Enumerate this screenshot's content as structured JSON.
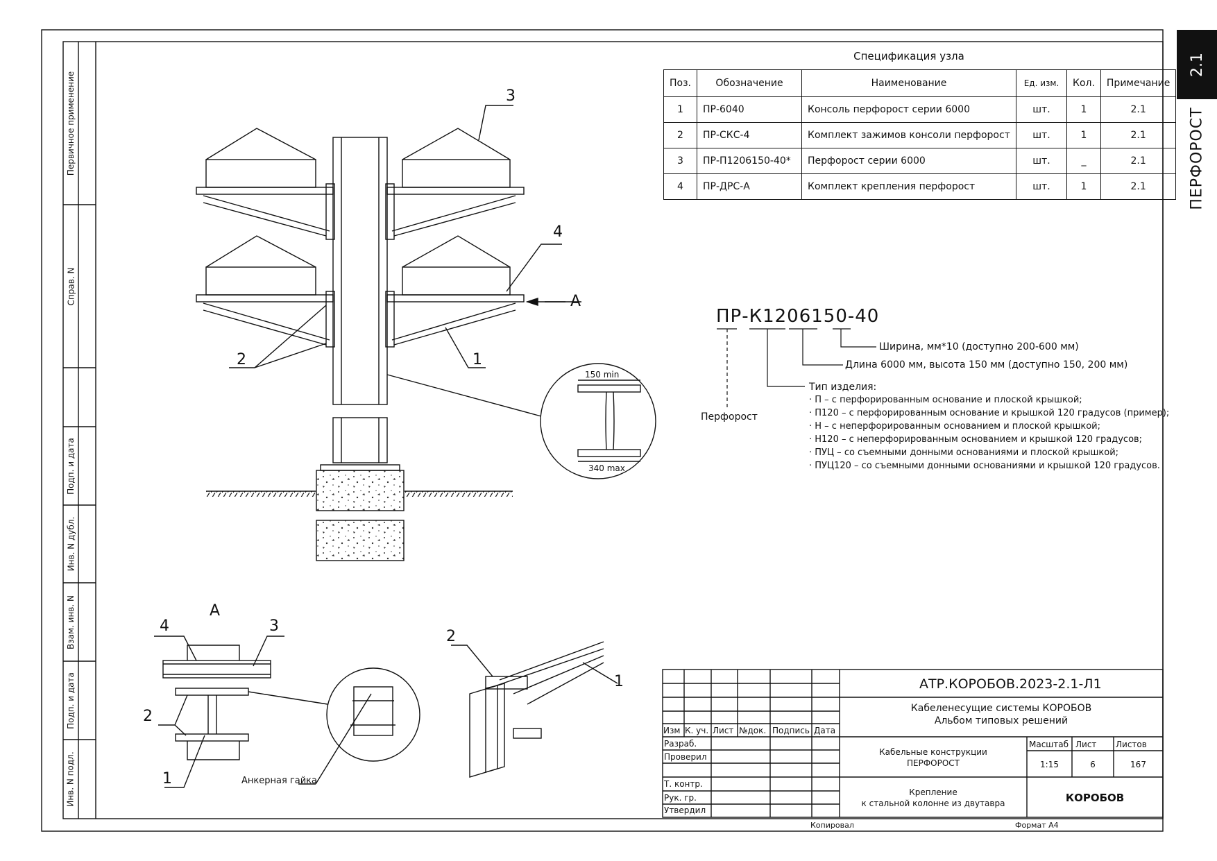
{
  "tab": {
    "number": "2.1",
    "brand": "ПЕРФОРОСТ"
  },
  "side_labels": [
    "Первичное применение",
    "Справ. N",
    "Подп. и дата",
    "Инв. N дубл.",
    "Взам. инв. N",
    "Подп. и дата",
    "Инв. N подл."
  ],
  "spec": {
    "title": "Спецификация узла",
    "headers": [
      "Поз.",
      "Обозначение",
      "Наименование",
      "Ед. изм.",
      "Кол.",
      "Примечание"
    ],
    "rows": [
      {
        "pos": "1",
        "code": "ПР-6040",
        "name": "Консоль перфорост серии 6000",
        "unit": "шт.",
        "qty": "1",
        "note": "2.1"
      },
      {
        "pos": "2",
        "code": "ПР-СКС-4",
        "name": "Комплект зажимов консоли перфорост",
        "unit": "шт.",
        "qty": "1",
        "note": "2.1"
      },
      {
        "pos": "3",
        "code": "ПР-П1206150-40*",
        "name": "Перфорост серии 6000",
        "unit": "шт.",
        "qty": "_",
        "note": "2.1"
      },
      {
        "pos": "4",
        "code": "ПР-ДРС-А",
        "name": "Комплект крепления перфорост",
        "unit": "шт.",
        "qty": "1",
        "note": "2.1"
      }
    ]
  },
  "drawing": {
    "labels": {
      "pos1": "1",
      "pos2": "2",
      "pos3": "3",
      "pos4": "4",
      "view_a": "А"
    },
    "beam_top": "150 min",
    "beam_bottom": "340 max",
    "view_title": "А",
    "anchor_nut": "Анкерная гайка"
  },
  "legend": {
    "code": "ПР-К1206150-40",
    "width": "Ширина, мм*10 (доступно 200-600 мм)",
    "length": "Длина 6000 мм, высота 150 мм (доступно 150, 200 мм)",
    "type_title": "Тип изделия:",
    "product": "Перфорост",
    "types": [
      "· П – с перфорированным основание и плоской крышкой;",
      "· П120 – с перфорированным основание и крышкой 120 градусов (пример);",
      "· Н – с неперфорированным основанием и плоской крышкой;",
      "· Н120 – с неперфорированным основанием и крышкой 120 градусов;",
      "· ПУЦ – со съемными донными основаниями и плоской крышкой;",
      "· ПУЦ120 – со съемными донными основаниями и крышкой 120 градусов."
    ]
  },
  "stamp": {
    "doc_code": "АТР.КОРОБОВ.2023-2.1-Л1",
    "system_line1": "Кабеленесущие системы КОРОБОВ",
    "system_line2": "Альбом типовых решений",
    "cols": [
      "Изм",
      "К. уч.",
      "Лист",
      "№док.",
      "Подпись",
      "Дата"
    ],
    "roles": [
      "Разраб.",
      "Проверил",
      "",
      "Т. контр.",
      "Рук. гр.",
      "Утвердил"
    ],
    "title1_line1": "Кабельные конструкции",
    "title1_line2": "ПЕРФОРОСТ",
    "title2_line1": "Крепление",
    "title2_line2": "к стальной колонне из двутавра",
    "scale_h": "Масштаб",
    "sheet_h": "Лист",
    "sheets_h": "Листов",
    "scale": "1:15",
    "sheet": "6",
    "sheets": "167",
    "company": "КОРОБОВ"
  },
  "footer": {
    "copied": "Копировал",
    "format": "Формат А4"
  }
}
